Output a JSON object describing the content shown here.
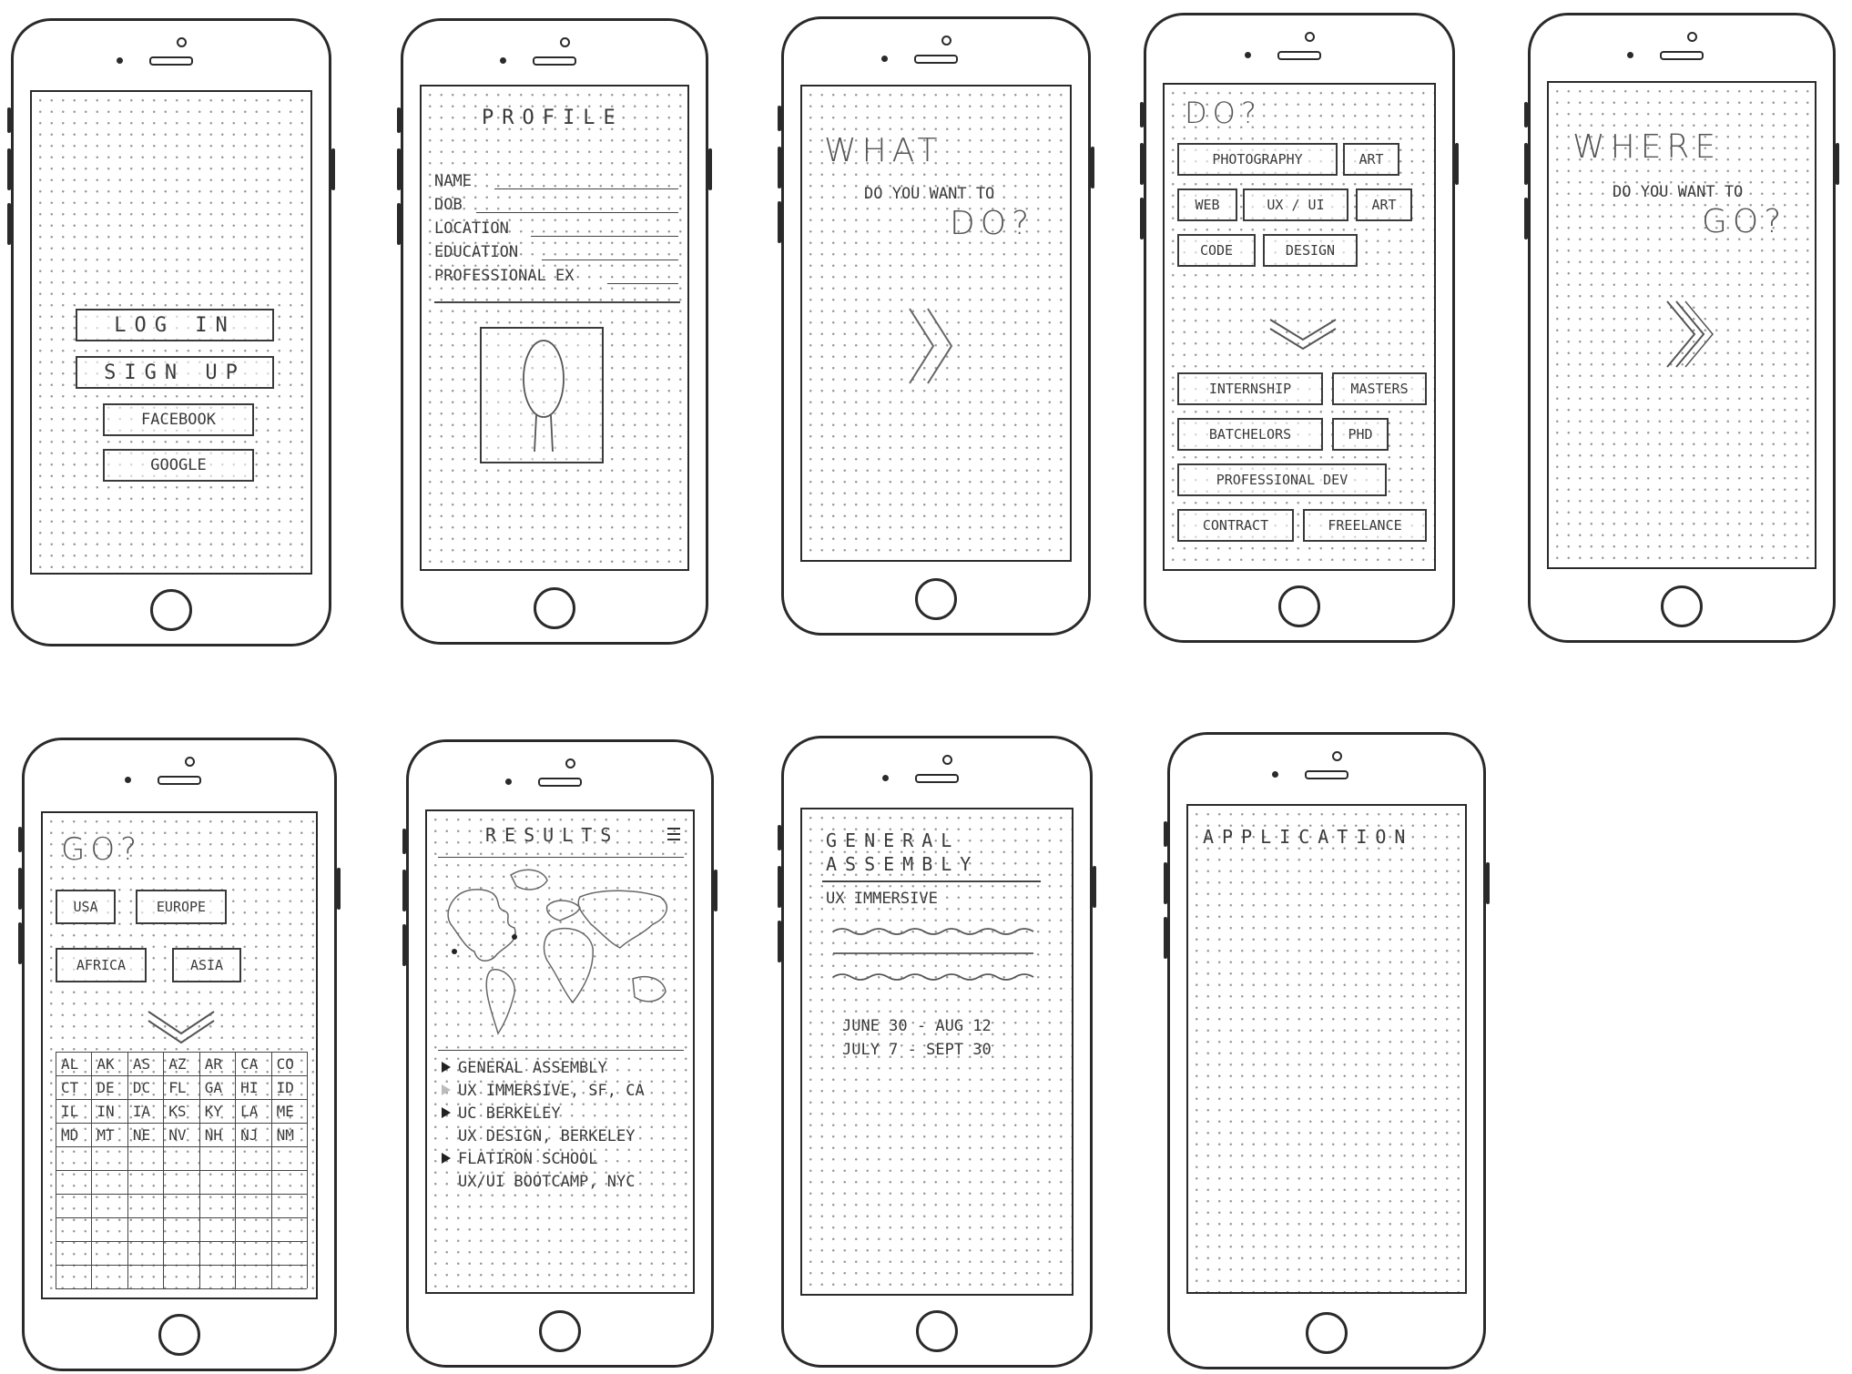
{
  "login": {
    "login_label": "LOG IN",
    "signup_label": "SIGN UP",
    "facebook_label": "FACEBOOK",
    "google_label": "GOOGLE"
  },
  "profile": {
    "title": "PROFILE",
    "fields": [
      "NAME",
      "DOB",
      "LOCATION",
      "EDUCATION",
      "PROFESSIONAL EX"
    ]
  },
  "what": {
    "line1": "WHAT",
    "line2": "DO YOU WANT TO",
    "line3": "DO?"
  },
  "do": {
    "title": "DO?",
    "interests": [
      "PHOTOGRAPHY",
      "ART",
      "WEB",
      "UX / UI",
      "ART",
      "CODE",
      "DESIGN"
    ],
    "programs": [
      "INTERNSHIP",
      "MASTERS",
      "BATCHELORS",
      "PHD",
      "PROFESSIONAL DEV",
      "CONTRACT",
      "FREELANCE"
    ]
  },
  "where": {
    "line1": "WHERE",
    "line2": "DO YOU WANT TO",
    "line3": "GO?"
  },
  "go": {
    "title": "GO?",
    "regions": [
      "USA",
      "EUROPE",
      "AFRICA",
      "ASIA"
    ],
    "states": [
      "AL",
      "AK",
      "AS",
      "AZ",
      "AR",
      "CA",
      "CO",
      "CT",
      "DE",
      "DC",
      "FL",
      "GA",
      "HI",
      "ID",
      "IL",
      "IN",
      "IA",
      "KS",
      "KY",
      "LA",
      "ME",
      "MD",
      "MT",
      "NE",
      "NV",
      "NH",
      "NJ",
      "NM"
    ]
  },
  "results": {
    "title": "RESULTS",
    "items": [
      {
        "text": "GENERAL ASSEMBLY",
        "bullet": "dark"
      },
      {
        "text": "UX IMMERSIVE, SF, CA",
        "bullet": "light"
      },
      {
        "text": "UC BERKELEY",
        "bullet": "dark"
      },
      {
        "text": "UX DESIGN, BERKELEY",
        "bullet": "none"
      },
      {
        "text": "FLATIRON SCHOOL",
        "bullet": "dark"
      },
      {
        "text": "UX/UI BOOTCAMP, NYC",
        "bullet": "none"
      }
    ]
  },
  "detail": {
    "title1": "GENERAL",
    "title2": "ASSEMBLY",
    "subtitle": "UX IMMERSIVE",
    "dates": [
      "JUNE 30 - AUG 12",
      "JULY 7 - SEPT 30"
    ]
  },
  "application": {
    "title": "APPLICATION"
  },
  "colors": {
    "ink": "#2a2a2a",
    "dots": "#9a9a9a"
  }
}
